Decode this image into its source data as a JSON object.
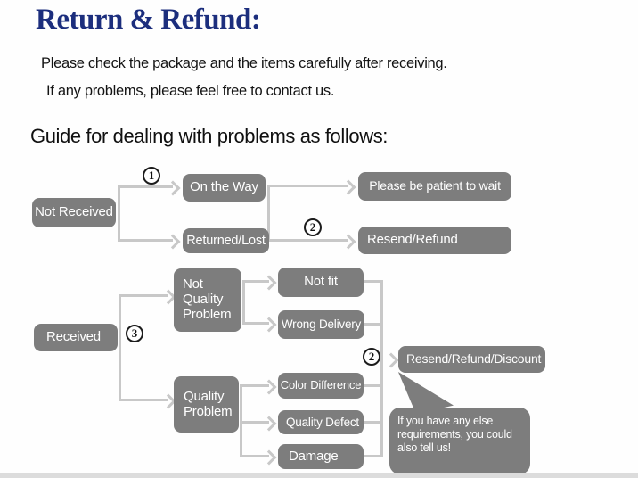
{
  "header": {
    "title": "Return & Refund:",
    "intro_line_1": "Please check the package and the items carefully after receiving.",
    "intro_line_2": "If any problems, please feel free to contact us.",
    "guide_heading": "Guide for dealing with problems as follows:"
  },
  "colors": {
    "title_navy": "#1c2e7d",
    "node_gray": "#7d7d7d",
    "connector_gray": "#c8c8c8",
    "node_text": "#ffffff"
  },
  "flowchart": {
    "markers": {
      "step1": "1",
      "step2_top": "2",
      "step3": "3",
      "step2_bottom": "2"
    },
    "nodes": {
      "not_received": "Not Received",
      "on_the_way": "On the Way",
      "returned_lost": "Returned/Lost",
      "please_be_patient": "Please be patient to wait",
      "resend_refund": "Resend/Refund",
      "received": "Received",
      "not_quality_problem": "Not Quality Problem",
      "not_fit": "Not fit",
      "wrong_delivery": "Wrong Delivery",
      "quality_problem": "Quality Problem",
      "color_difference": "Color Difference",
      "quality_defect": "Quality Defect",
      "damage": "Damage",
      "resend_refund_discount": "Resend/Refund/Discount",
      "note_bubble": "If you have any else requirements, you could also tell us!"
    }
  }
}
